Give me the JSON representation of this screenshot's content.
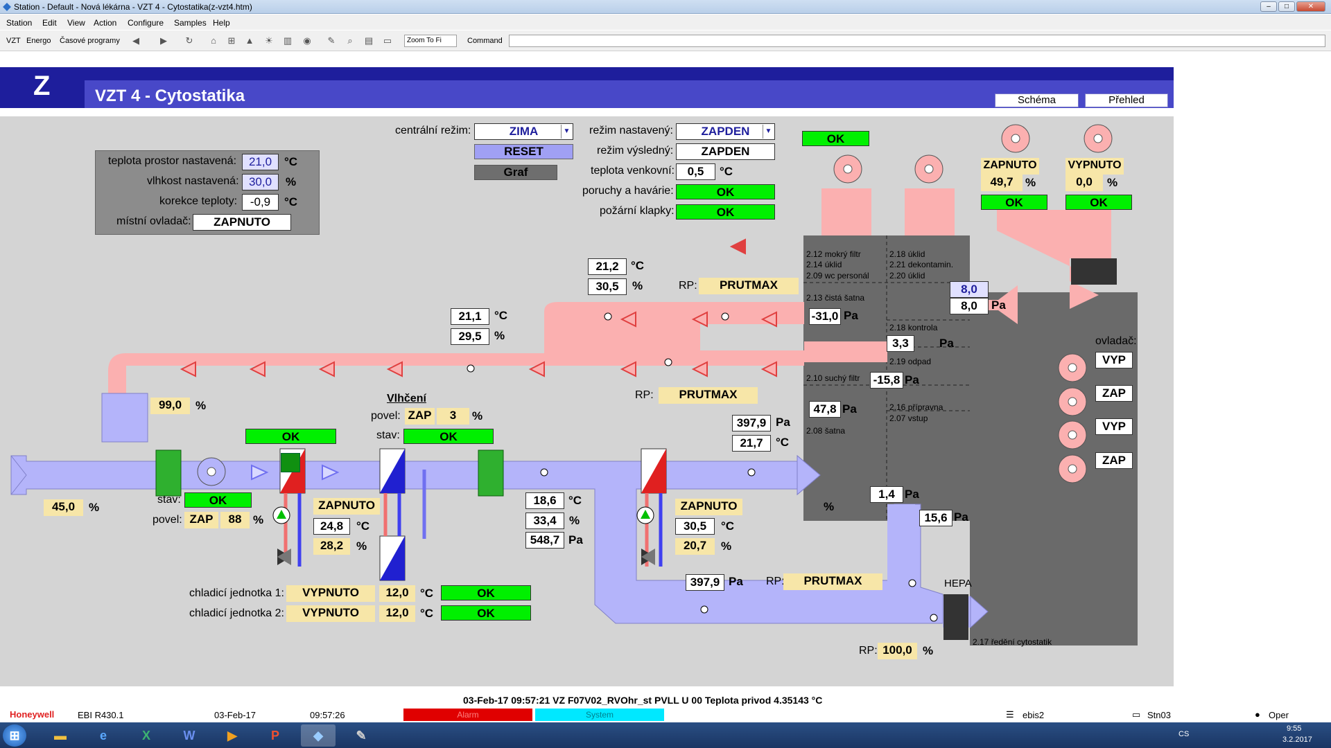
{
  "window": {
    "title": "Station - Default - Nová lékárna - VZT 4 - Cytostatika(z-vzt4.htm)",
    "min": "–",
    "max": "□",
    "close": "✕"
  },
  "menu": [
    "Station",
    "Edit",
    "View",
    "Action",
    "Configure",
    "Samples",
    "Help"
  ],
  "toolbar": {
    "vzt": "VZT",
    "energo": "Energo",
    "casove": "Časové programy",
    "zoom": "Zoom To Fi",
    "command": "Command"
  },
  "header": {
    "letter": "Z",
    "title": "VZT 4 - Cytostatika",
    "tab1": "Schéma",
    "tab2": "Přehled"
  },
  "settings": {
    "teplota_label": "teplota prostor nastavená:",
    "teplota": "21,0",
    "vlhkost_label": "vlhkost nastavená:",
    "vlhkost": "30,0",
    "korekce_label": "korekce teploty:",
    "korekce": "-0,9",
    "ovladac_label": "místní ovladač:",
    "ovladac": "ZAPNUTO",
    "u_c": "°C",
    "u_pct": "%"
  },
  "central": {
    "label": "centrální režim:",
    "value": "ZIMA",
    "reset": "RESET",
    "graf": "Graf"
  },
  "mode": {
    "nast_label": "režim nastavený:",
    "nast": "ZAPDEN",
    "vysl_label": "režim výsledný:",
    "vysl": "ZAPDEN",
    "venk_label": "teplota venkovní:",
    "venk": "0,5",
    "venk_unit": "°C",
    "por_label": "poruchy a havárie:",
    "por": "OK",
    "pkl_label": "požární klapky:",
    "pkl": "OK"
  },
  "top_ok": "OK",
  "fans_top": {
    "zap_label": "ZAPNUTO",
    "zap_val": "49,7",
    "zap_unit": "%",
    "zap_ok": "OK",
    "vyp_label": "VYPNUTO",
    "vyp_val": "0,0",
    "vyp_unit": "%",
    "vyp_ok": "OK"
  },
  "rooms": {
    "r1": "2.12 mokrý filtr",
    "r2": "2.14 úklid",
    "r3": "2.09 wc personál",
    "r4": "2.18 úklid",
    "r5": "2.21 dekontamin.",
    "r6": "2.20 úklid",
    "r7": "2.13 čistá šatna",
    "r8": "2.18 kontrola",
    "r9": "2.19 odpad",
    "r10": "2.10 suchý filtr",
    "r11": "2.16 přípravna",
    "r12": "2.07 vstup",
    "r13": "2.08 šatna",
    "r14": "2.17 ředění cytostatik",
    "pct": "%"
  },
  "pressures": {
    "p1": "-31,0",
    "p2": "3,3",
    "p3": "-15,8",
    "p4": "47,8",
    "p5": "1,4",
    "p6": "15,6",
    "p7": "8,0",
    "p8": "8,0",
    "unit": "Pa"
  },
  "ovladac": {
    "label": "ovladač:",
    "f1": "VYP",
    "f2": "ZAP",
    "f3": "VYP",
    "f4": "ZAP"
  },
  "extract": {
    "t1": "21,2",
    "h1": "30,5",
    "rp_label": "RP:",
    "rp1": "PRUTMAX",
    "t2": "21,1",
    "h2": "29,5",
    "rp2": "PRUTMAX",
    "u_c": "°C",
    "u_pct": "%"
  },
  "supply": {
    "p_sup": "397,9",
    "t_sup": "21,7",
    "outside": "45,0",
    "damper": "99,0",
    "fan_ok": "OK",
    "fan_stav_label": "stav:",
    "fan_povel_label": "povel:",
    "fan_stav": "OK",
    "fan_povel": "ZAP",
    "fan_speed": "88",
    "u_pct": "%",
    "u_c": "°C",
    "u_pa": "Pa"
  },
  "heater1": {
    "ok": "OK",
    "state": "ZAPNUTO",
    "temp": "24,8",
    "valve": "28,2"
  },
  "humid": {
    "title": "Vlhčení",
    "povel_label": "povel:",
    "povel": "ZAP",
    "stage": "3",
    "stav_label": "stav:",
    "stav": "OK"
  },
  "after": {
    "t": "18,6",
    "h": "33,4",
    "p": "548,7"
  },
  "heater2": {
    "state": "ZAPNUTO",
    "temp": "30,5",
    "valve": "20,7"
  },
  "chill": {
    "l1": "chladicí jednotka 1:",
    "s1": "VYPNUTO",
    "t1": "12,0",
    "ok1": "OK",
    "l2": "chladicí jednotka 2:",
    "s2": "VYPNUTO",
    "t2": "12,0",
    "ok2": "OK",
    "u_c": "°C"
  },
  "bottom": {
    "p": "397,9",
    "rp": "PRUTMAX",
    "hepa": "HEPA",
    "rp_val": "100,0"
  },
  "alarm_line": "03-Feb-17  09:57:21  VZ  F07V02_RVOhr_st   PVLL   U 00 Teplota privod   4.35143   °C",
  "status": {
    "brand": "Honeywell",
    "ver": "EBI R430.1",
    "date": "03-Feb-17",
    "time": "09:57:26",
    "alarm": "Alarm",
    "system": "System",
    "server": "ebis2",
    "stn": "Stn03",
    "user": "Oper"
  },
  "tray": {
    "lang": "CS",
    "clock": "9:55",
    "date": "3.2.2017"
  },
  "colors": {
    "supply": "#b4b4fa",
    "extract": "#fbb0b0",
    "ok": "#00f000",
    "header": "#1e1e9c"
  }
}
